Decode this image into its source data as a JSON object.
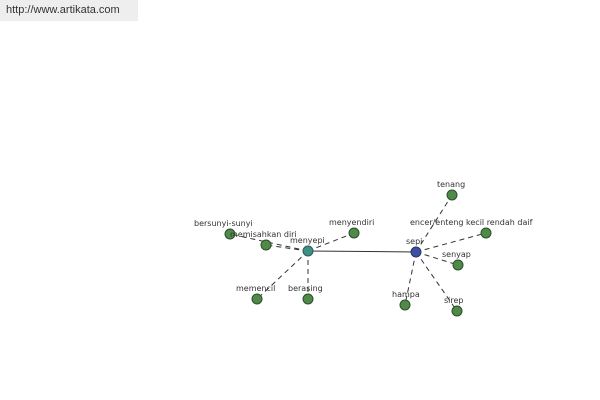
{
  "header": {
    "url_text": "http://www.artikata.com"
  },
  "graph": {
    "nodes": [
      {
        "id": "menyepi",
        "label": "menyepi",
        "kind": "hub-a"
      },
      {
        "id": "sepi",
        "label": "sepi",
        "kind": "hub-b"
      },
      {
        "id": "bersunyi-sunyi",
        "label": "bersunyi-sunyi",
        "kind": "leaf"
      },
      {
        "id": "memisahkan-diri",
        "label": "memisahkan diri",
        "kind": "leaf"
      },
      {
        "id": "menyendiri",
        "label": "menyendiri",
        "kind": "leaf"
      },
      {
        "id": "memencil",
        "label": "memencil",
        "kind": "leaf"
      },
      {
        "id": "berasing",
        "label": "berasing",
        "kind": "leaf"
      },
      {
        "id": "tenang",
        "label": "tenang",
        "kind": "leaf"
      },
      {
        "id": "encer-enteng",
        "label": "encer/enteng kecil rendah daif",
        "kind": "leaf"
      },
      {
        "id": "senyap",
        "label": "senyap",
        "kind": "leaf"
      },
      {
        "id": "hampa",
        "label": "hampa",
        "kind": "leaf"
      },
      {
        "id": "sirep",
        "label": "sirep",
        "kind": "leaf"
      }
    ],
    "edges": [
      {
        "from": "menyepi",
        "to": "sepi",
        "style": "solid"
      },
      {
        "from": "menyepi",
        "to": "bersunyi-sunyi",
        "style": "dashed"
      },
      {
        "from": "menyepi",
        "to": "memisahkan-diri",
        "style": "dashed"
      },
      {
        "from": "menyepi",
        "to": "menyendiri",
        "style": "dashed"
      },
      {
        "from": "menyepi",
        "to": "memencil",
        "style": "dashed"
      },
      {
        "from": "menyepi",
        "to": "berasing",
        "style": "dashed"
      },
      {
        "from": "sepi",
        "to": "tenang",
        "style": "dashed"
      },
      {
        "from": "sepi",
        "to": "encer-enteng",
        "style": "dashed"
      },
      {
        "from": "sepi",
        "to": "senyap",
        "style": "dashed"
      },
      {
        "from": "sepi",
        "to": "hampa",
        "style": "dashed"
      },
      {
        "from": "sepi",
        "to": "sirep",
        "style": "dashed"
      }
    ]
  }
}
